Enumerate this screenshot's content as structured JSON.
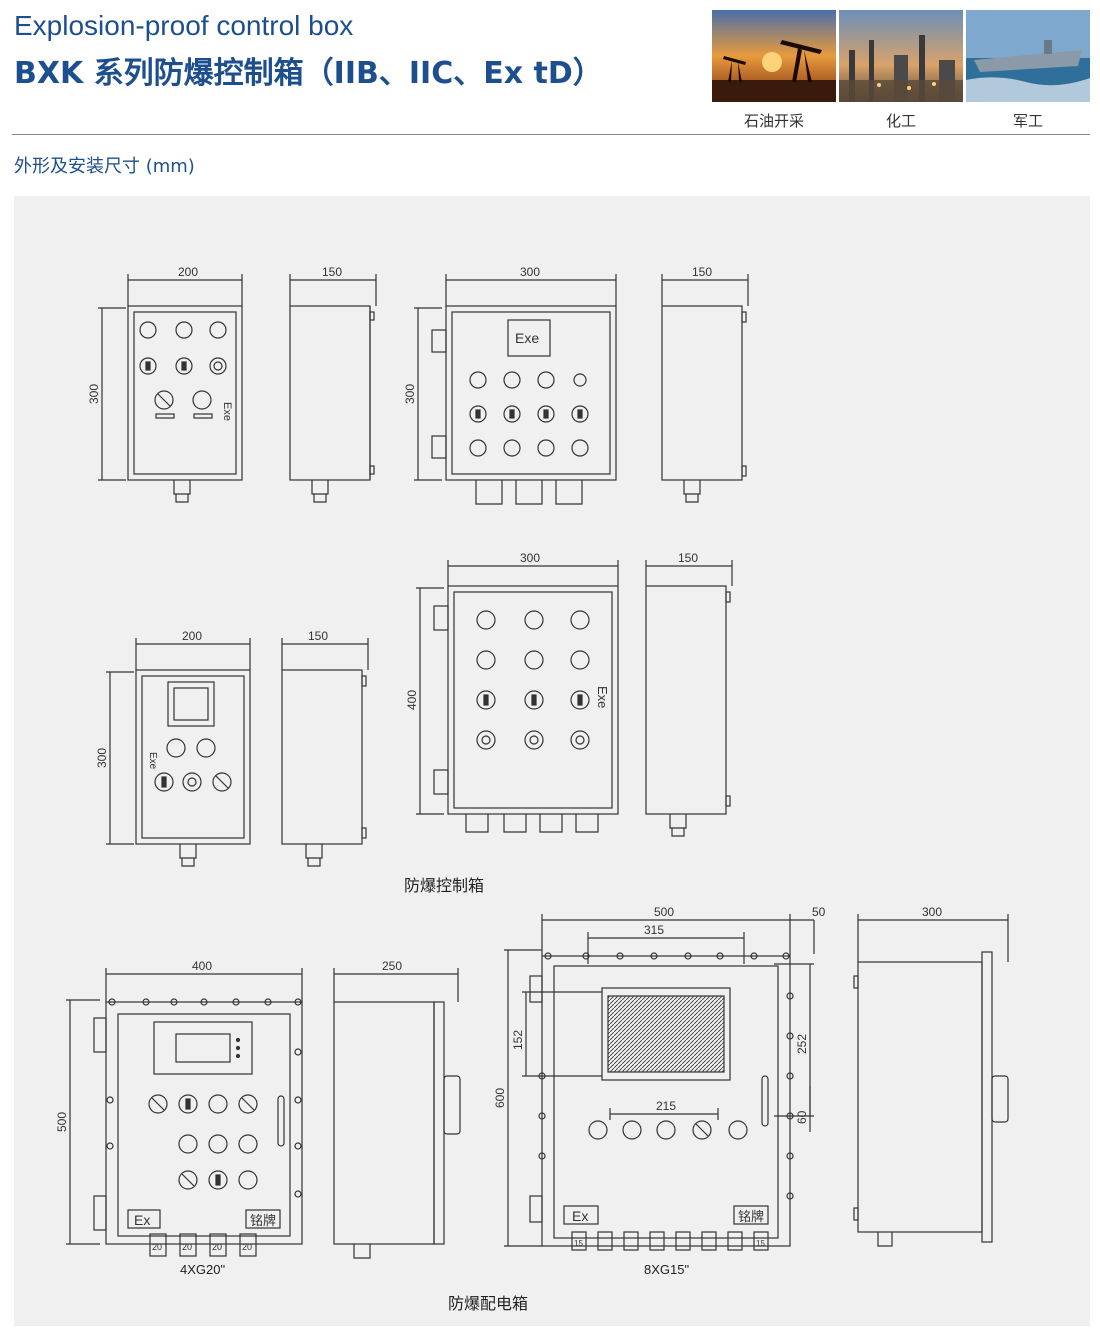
{
  "header": {
    "title_en": "Explosion-proof control box",
    "title_cn": "BXK 系列防爆控制箱（IIB、IIC、Ex tD）"
  },
  "photos": [
    {
      "caption": "石油开采",
      "icon": "oil-pump-image"
    },
    {
      "caption": "化工",
      "icon": "chemical-plant-image"
    },
    {
      "caption": "军工",
      "icon": "aircraft-carrier-image"
    }
  ],
  "section_title": "外形及安装尺寸 (mm)",
  "drawings": {
    "box1": {
      "width": "200",
      "depth": "150",
      "height": "300",
      "mark": "Exe"
    },
    "box2": {
      "width": "300",
      "depth": "150",
      "height": "300",
      "mark": "Exe"
    },
    "box3": {
      "width": "200",
      "depth": "150",
      "height": "300",
      "mark": "Exe"
    },
    "box4": {
      "width": "300",
      "depth": "150",
      "height": "400",
      "mark": "Exe"
    },
    "control_caption": "防爆控制箱",
    "box5": {
      "width": "400",
      "depth": "250",
      "height": "500",
      "mark": "Ex",
      "plate": "铭牌",
      "gland": "20",
      "entries": "4XG20\""
    },
    "box6": {
      "width": "500",
      "flange": "50",
      "inner": "315",
      "window_w": "215",
      "window_h": "152",
      "height": "600",
      "h2": "252",
      "h3": "60",
      "depth": "300",
      "mark": "Ex",
      "plate": "铭牌",
      "gland": "15",
      "entries": "8XG15\""
    },
    "distribution_caption": "防爆配电箱"
  },
  "colors": {
    "brand": "#1d4f8f",
    "panel": "#f0f0f0",
    "line": "#333333"
  }
}
